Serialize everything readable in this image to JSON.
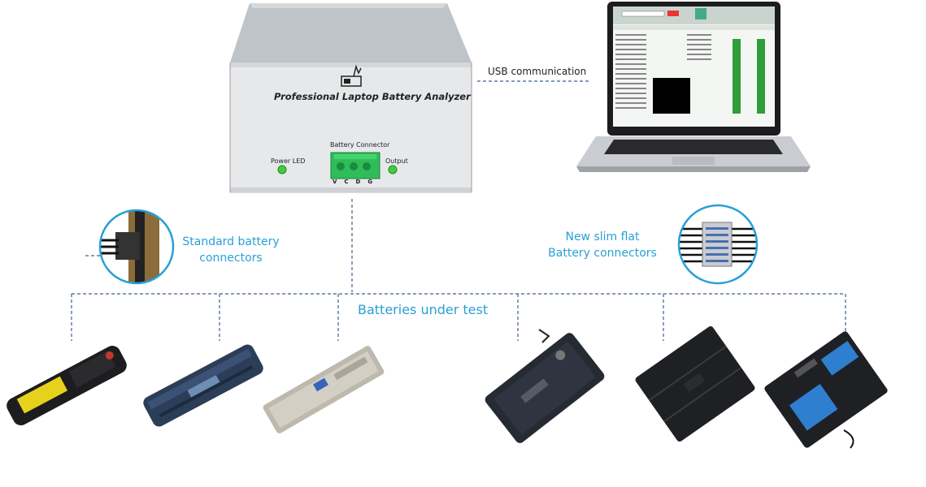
{
  "analyzer": {
    "title": "Professional Laptop Battery Analyzer",
    "power_led_label": "Power LED",
    "connector_label": "Battery Connector",
    "output_label": "Output",
    "pin_labels": "VCDG"
  },
  "links": {
    "usb_label": "USB communication"
  },
  "callouts": {
    "standard_line1": "Standard battery",
    "standard_line2": "connectors",
    "slim_line1": "New slim flat",
    "slim_line2": "Battery connectors"
  },
  "batteries_title": "Batteries under test",
  "colors": {
    "accent_blue": "#2a9fd6",
    "dashed_line": "#3d5f8f",
    "led_green": "#3ecf3e",
    "screen_green": "#2f9e3a"
  }
}
